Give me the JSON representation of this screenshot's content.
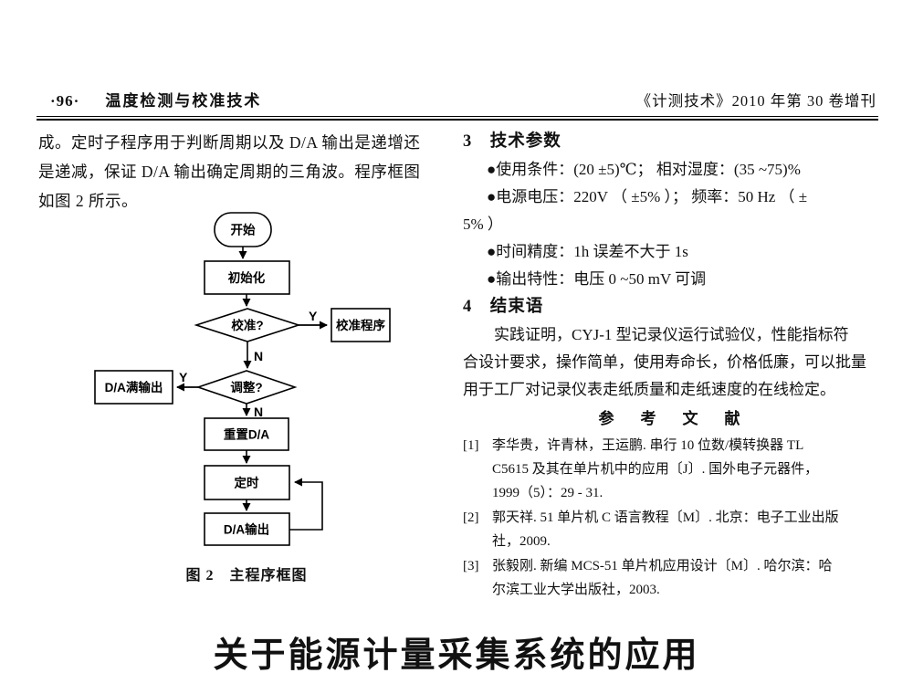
{
  "header": {
    "page_number": "·96·",
    "section_title": "温度检测与校准技术",
    "journal_issue": "《计测技术》2010 年第 30 卷增刊"
  },
  "left_column": {
    "paragraph_lines": [
      "成。定时子程序用于判断周期以及 D/A 输出是递增还",
      "是递减，保证 D/A 输出确定周期的三角波。程序框图",
      "如图 2 所示。"
    ]
  },
  "flowchart": {
    "caption": "图 2　主程序框图",
    "nodes": {
      "start": "开始",
      "init": "初始化",
      "calibrate_q": "校准?",
      "calibrate_prog": "校准程序",
      "adjust_q": "调整?",
      "da_full_out": "D/A满输出",
      "reset_da": "重置D/A",
      "timing": "定时",
      "da_out": "D/A输出"
    },
    "branches": {
      "calibrate_yes": "Y",
      "calibrate_no": "N",
      "adjust_yes": "Y",
      "adjust_no": "N"
    }
  },
  "right_column": {
    "section3": {
      "heading": "3　技术参数",
      "bullet_lines": [
        "●使用条件：(20 ±5)℃； 相对湿度：(35 ~75)%",
        "●电源电压：220V （ ±5% ）； 频率：50 Hz （ ±",
        "5% ）",
        "●时间精度：1h 误差不大于 1s",
        "●输出特性：电压 0 ~50 mV 可调"
      ]
    },
    "section4": {
      "heading": "4　结束语",
      "paragraph_lines": [
        "实践证明，CYJ-1 型记录仪运行试验仪，性能指标符",
        "合设计要求，操作简单，使用寿命长，价格低廉，可以批量",
        "用于工厂对记录仪表走纸质量和走纸速度的在线检定。"
      ]
    },
    "references": {
      "heading": "参　考　文　献",
      "items": [
        {
          "marker": "[1]",
          "lines": [
            "李华贵，许青林，王运鹏. 串行 10 位数/模转换器 TL",
            "C5615 及其在单片机中的应用〔J〕. 国外电子元器件，",
            "1999（5）：29 - 31."
          ]
        },
        {
          "marker": "[2]",
          "lines": [
            "郭天祥. 51 单片机 C 语言教程〔M〕. 北京：电子工业出版",
            "社，2009."
          ]
        },
        {
          "marker": "[3]",
          "lines": [
            "张毅刚. 新编 MCS-51 单片机应用设计〔M〕. 哈尔滨：哈",
            "尔滨工业大学出版社，2003."
          ]
        }
      ]
    }
  },
  "bottom_title": "关于能源计量采集系统的应用"
}
